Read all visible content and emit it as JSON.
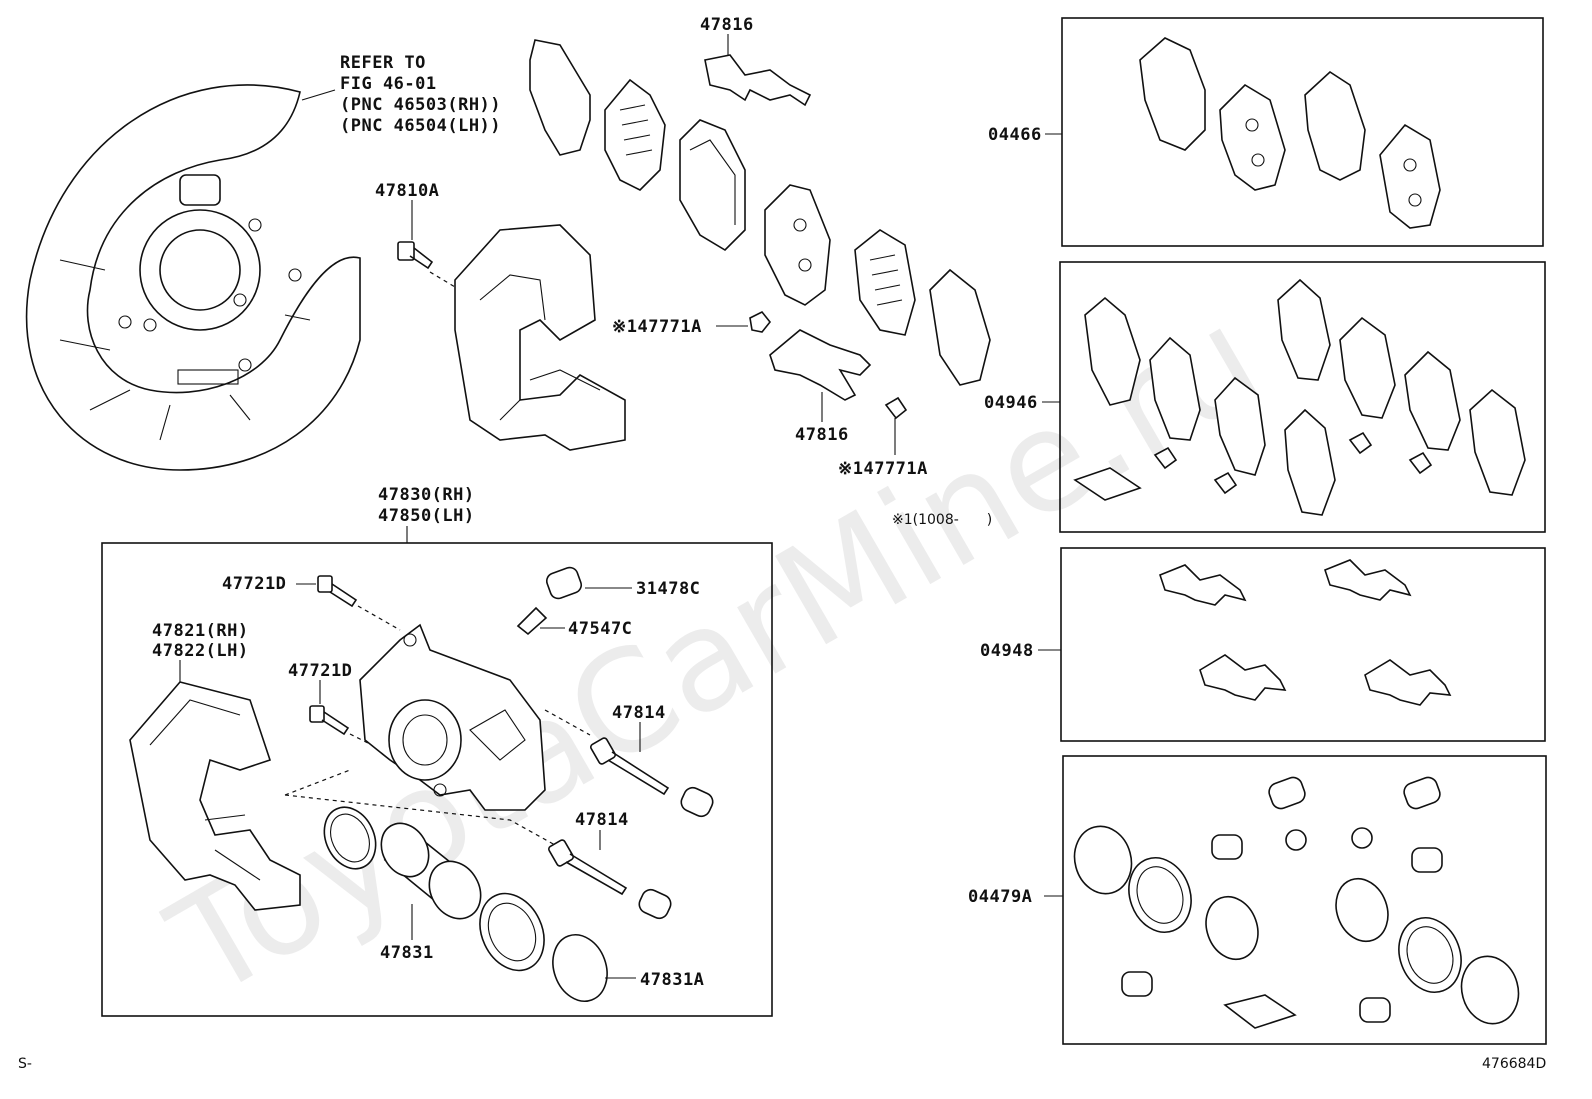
{
  "watermark": "ToyotaCarMine.ru",
  "footer": {
    "left": "S-",
    "right": "476684D"
  },
  "notes": {
    "refer_line1": "REFER TO",
    "refer_line2": "FIG 46-01",
    "refer_line3": "(PNC 46503(RH))",
    "refer_line4": "(PNC 46504(LH))",
    "date_note": "※1(1008-　　)"
  },
  "labels": {
    "p47816_top": "47816",
    "p47810A": "47810A",
    "p47771A_1": "※147771A",
    "p47816_mid": "47816",
    "p47771A_2": "※147771A",
    "p47830": "47830(RH)",
    "p47850": "47850(LH)",
    "p47721D_1": "47721D",
    "p31478C": "31478C",
    "p47547C": "47547C",
    "p47821": "47821(RH)",
    "p47822": "47822(LH)",
    "p47721D_2": "47721D",
    "p47814_1": "47814",
    "p47814_2": "47814",
    "p47831": "47831",
    "p47831A": "47831A",
    "p04466": "04466",
    "p04946": "04946",
    "p04948": "04948",
    "p04479A": "04479A"
  }
}
